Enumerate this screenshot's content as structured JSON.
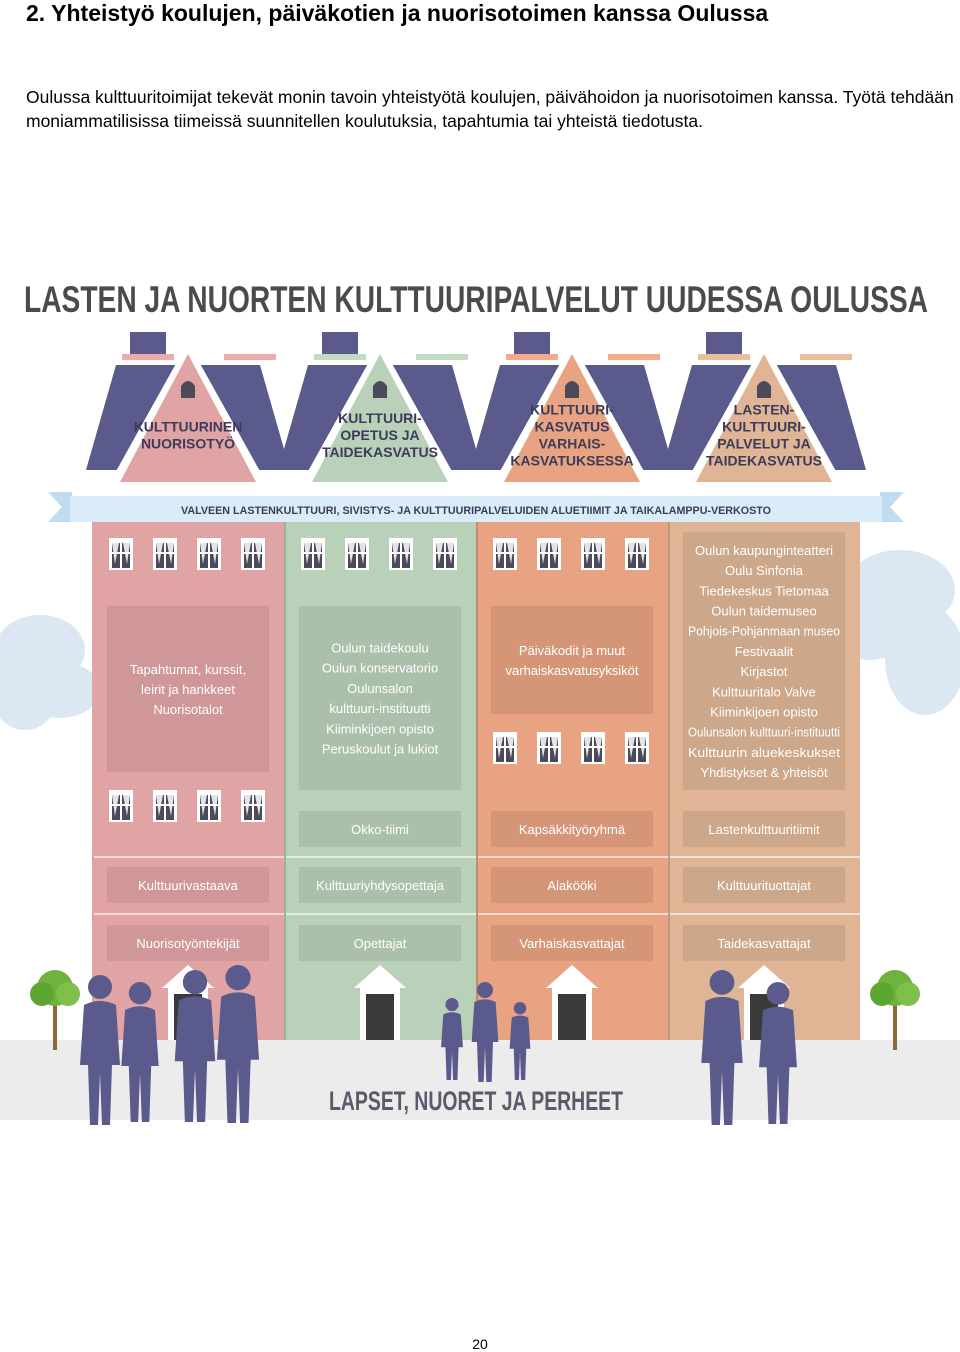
{
  "page": {
    "heading": "2. Yhteistyö koulujen, päiväkotien ja nuorisotoimen kanssa Oulussa",
    "intro": "Oulussa kulttuuritoimijat tekevät monin tavoin yhteistyötä koulujen, päivähoidon ja nuorisotoimen kanssa.  Työtä tehdään moniammatilisissa tiimeissä suunnitellen koulutuksia, tapahtumia tai yhteistä tiedotusta.",
    "page_number": "20"
  },
  "infographic": {
    "title": "LASTEN JA NUORTEN KULTTUURIPALVELUT UUDESSA OULUSSA",
    "banner": "VALVEEN LASTENKULTTUURI, SIVISTYS- JA KULTTUURIPALVELUIDEN ALUETIIMIT JA TAIKALAMPPU-VERKOSTO",
    "footer": "LAPSET, NUORET JA PERHEET",
    "colors": {
      "roof": "#5b5a8c",
      "col1": "#e1a4a4",
      "col2": "#b9d1b9",
      "col3": "#e8a382",
      "col4": "#dfb595",
      "ground": "#e8e8e8"
    },
    "columns": [
      {
        "gable": [
          "KULTTUURINEN",
          "NUORISOTYÖ"
        ],
        "main": [
          "Tapahtumat, kurssit,",
          "leirit ja hankkeet",
          "Nuorisotalot"
        ],
        "team": "",
        "role1": "Kulttuurivastaava",
        "role2": "Nuorisotyöntekijät"
      },
      {
        "gable": [
          "KULTTUURI-",
          "OPETUS JA",
          "TAIDEKASVATUS"
        ],
        "main": [
          "Oulun taidekoulu",
          "Oulun konservatorio",
          "Oulunsalon",
          "kulttuuri-instituutti",
          "Kiiminkijoen opisto",
          "Peruskoulut ja lukiot"
        ],
        "team": "Okko-tiimi",
        "role1": "Kulttuuriyhdysopettaja",
        "role2": "Opettajat"
      },
      {
        "gable": [
          "KULTTUURI-",
          "KASVATUS",
          "VARHAIS-",
          "KASVATUKSESSA"
        ],
        "main": [
          "Päiväkodit ja muut",
          "varhaiskasvatusyksiköt"
        ],
        "team": "Kapsäkkityöryhmä",
        "role1": "Alakööki",
        "role2": "Varhaiskasvattajat"
      },
      {
        "gable": [
          "LASTEN-",
          "KULTTUURI-",
          "PALVELUT JA",
          "TAIDEKASVATUS"
        ],
        "main": [
          "Oulun kaupunginteatteri",
          "Oulu Sinfonia",
          "Tiedekeskus Tietomaa",
          "Oulun taidemuseo",
          "Pohjois-Pohjanmaan museo",
          "Festivaalit",
          "Kirjastot",
          "Kulttuuritalo Valve",
          "Kiiminkijoen opisto",
          "Oulunsalon kulttuuri-instituutti",
          "Kulttuurin aluekeskukset",
          "Yhdistykset & yhteisöt"
        ],
        "team": "Lastenkulttuuritiimit",
        "role1": "Kulttuurituottajat",
        "role2": "Taidekasvattajat"
      }
    ]
  }
}
